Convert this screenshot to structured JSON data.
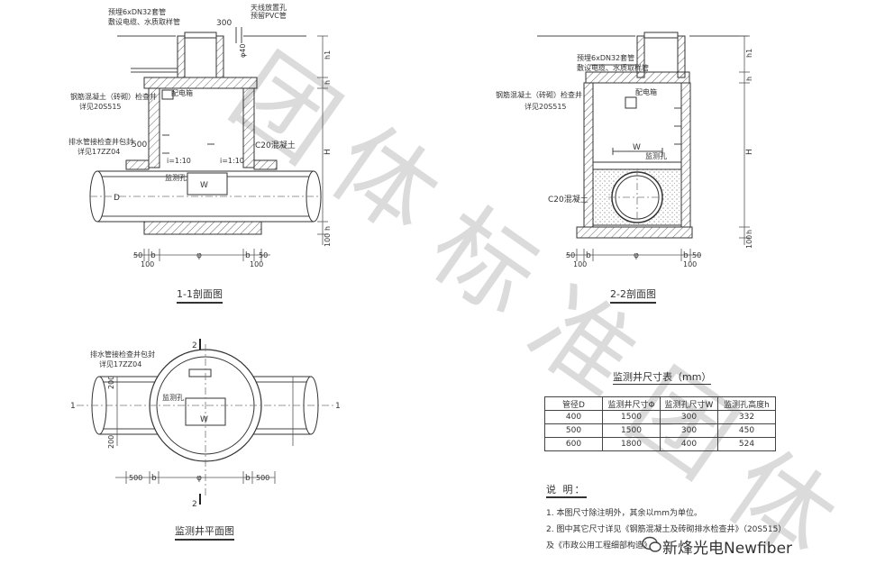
{
  "section_1_1": {
    "title": "1-1剖面图",
    "labels": {
      "conduit": "预埋6xDN32套管",
      "conduit_sub": "敷设电缆、水质取样管",
      "vent": "天线放置孔",
      "vent_sub": "预留PVC管",
      "wall": "钢筋混凝土（砖砌）检查井",
      "wall_ref": "详见20S515",
      "cabinet": "配电箱",
      "drain": "排水管接检查井包封",
      "drain_ref": "详见17ZZ04",
      "concrete": "C20混凝土",
      "monitor_hole": "监测孔",
      "slope_left": "i=1:10",
      "slope_right": "i=1:10",
      "w": "W",
      "phi": "φ",
      "b": "b",
      "d": "D",
      "h1": "h1",
      "h2": "h",
      "h3": "H",
      "h4": "h",
      "h_bottom": "100"
    },
    "dims": {
      "top_300": "300",
      "phi40": "φ40",
      "d500": "500",
      "d50_left": "50",
      "d100_left": "100",
      "d50_right": "50",
      "d100_right": "100"
    }
  },
  "section_2_2": {
    "title": "2-2剖面图",
    "labels": {
      "conduit": "预埋6xDN32套管",
      "conduit_sub": "敷设电缆、水质取样管",
      "wall": "钢筋混凝土（砖砌）检查井",
      "wall_ref": "详见20S515",
      "cabinet": "配电箱",
      "concrete": "C20混凝土",
      "monitor_hole": "监测孔",
      "w": "W",
      "phi": "φ",
      "b": "b",
      "h1": "h1",
      "h2": "h",
      "h3": "H",
      "h4": "h",
      "h_bottom": "100"
    },
    "dims": {
      "d50_left": "50",
      "d100_left": "100",
      "d50_right": "50",
      "d100_right": "100"
    }
  },
  "plan": {
    "title": "监测井平面图",
    "labels": {
      "drain": "排水管接检查井包封",
      "drain_ref": "详见17ZZ04",
      "monitor_hole": "监测孔",
      "w": "W",
      "phi": "φ",
      "b": "b",
      "mark_1": "1",
      "mark_2": "2",
      "d200": "200",
      "d500": "500"
    }
  },
  "table": {
    "title": "监测井尺寸表（mm）",
    "headers": [
      "管径D",
      "监测井尺寸Φ",
      "监测孔尺寸W",
      "监测孔高度h"
    ],
    "rows": [
      [
        "400",
        "1500",
        "300",
        "332"
      ],
      [
        "500",
        "1500",
        "300",
        "450"
      ],
      [
        "600",
        "1800",
        "400",
        "524"
      ]
    ]
  },
  "notes": {
    "title": "说  明：",
    "items": [
      "1. 本图尺寸除注明外，其余以mm为单位。",
      "2. 图中其它尺寸详见《钢筋混凝土及砖砌排水检查井》（20S515）",
      "及《市政公用工程细部构造》"
    ]
  },
  "brand": {
    "name": "新烽光电Newfiber"
  },
  "watermark": {
    "text": "团体标准"
  }
}
